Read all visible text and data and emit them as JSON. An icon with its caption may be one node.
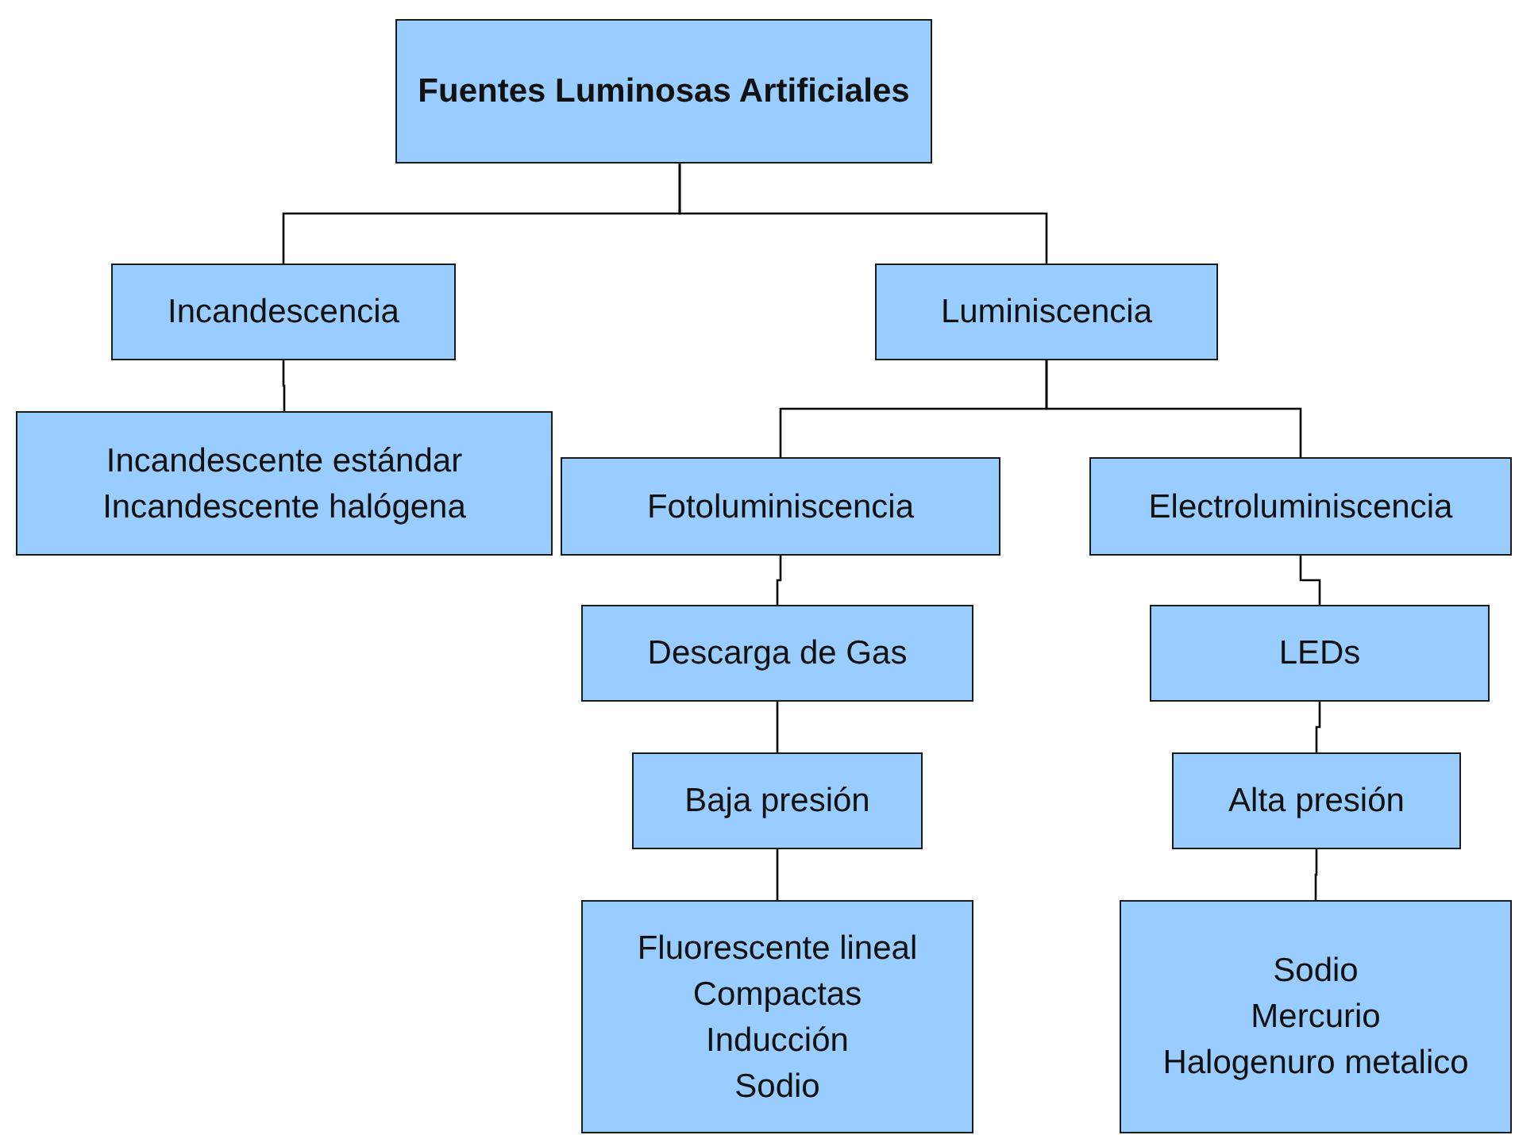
{
  "diagram": {
    "nodes": [
      {
        "text": [
          "Fuentes Luminosas Artificiales"
        ]
      },
      {
        "text": [
          "Incandescencia"
        ]
      },
      {
        "text": [
          "Incandescente estándar",
          "Incandescente halógena"
        ]
      },
      {
        "text": [
          "Luminiscencia"
        ]
      },
      {
        "text": [
          "Fotoluminiscencia"
        ]
      },
      {
        "text": [
          "Electroluminiscencia"
        ]
      },
      {
        "text": [
          "Descarga de Gas"
        ]
      },
      {
        "text": [
          "LEDs"
        ]
      },
      {
        "text": [
          "Baja presión"
        ]
      },
      {
        "text": [
          "Alta presión"
        ]
      },
      {
        "text": [
          "Fluorescente lineal",
          "Compactas",
          "Inducción",
          "Sodio"
        ]
      },
      {
        "text": [
          "Sodio",
          "Mercurio",
          "Halogenuro metalico"
        ]
      }
    ],
    "edges": [
      {
        "from": 0,
        "to": 1,
        "arrow": "none"
      },
      {
        "from": 0,
        "to": 3,
        "arrow": "none"
      },
      {
        "from": 1,
        "to": 2,
        "arrow": "none"
      },
      {
        "from": 3,
        "to": 4,
        "arrow": "none"
      },
      {
        "from": 3,
        "to": 5,
        "arrow": "none"
      },
      {
        "from": 4,
        "to": 6,
        "arrow": "none"
      },
      {
        "from": 6,
        "to": 8,
        "arrow": "none"
      },
      {
        "from": 8,
        "to": 10,
        "arrow": "none"
      },
      {
        "from": 5,
        "to": 7,
        "arrow": "none"
      },
      {
        "from": 7,
        "to": 9,
        "arrow": "none"
      },
      {
        "from": 9,
        "to": 11,
        "arrow": "none"
      }
    ]
  }
}
